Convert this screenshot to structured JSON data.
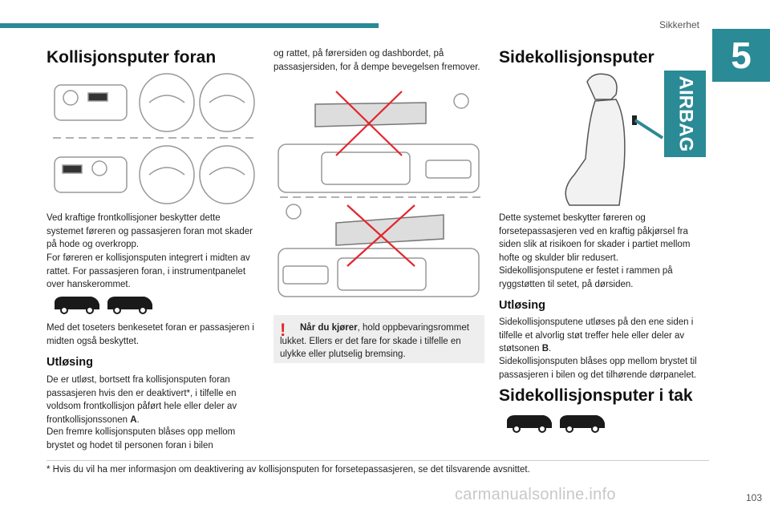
{
  "header": {
    "section": "Sikkerhet",
    "chapter": "5"
  },
  "col1": {
    "title": "Kollisjonsputer foran",
    "p1": "Ved kraftige frontkollisjoner beskytter dette systemet føreren og passasjeren foran mot skader på hode og overkropp.",
    "p2": "For føreren er kollisjonsputen integrert i midten av rattet. For passasjeren foran, i instrumentpanelet over hanskerommet.",
    "p3": "Med det toseters benkesetet foran er passasjeren i midten også beskyttet.",
    "subtitle": "Utløsing",
    "p4a": "De er utløst, bortsett fra kollisjonsputen foran passasjeren hvis den er deaktivert*, i tilfelle en voldsom frontkollisjon påført hele eller deler av frontkollisjonssonen ",
    "p4b": "A",
    "p4c": ".",
    "p5": "Den fremre kollisjonsputen blåses opp mellom brystet og hodet til personen foran i bilen"
  },
  "col2": {
    "p1": "og rattet, på førersiden og dashbordet, på passasjersiden, for å dempe bevegelsen fremover.",
    "warn_bold": "Når du kjører",
    "warn_text": ", hold oppbevaringsrommet lukket. Ellers er det fare for skade i tilfelle en ulykke eller plutselig bremsing."
  },
  "col3": {
    "title": "Sidekollisjonsputer",
    "airbag_label": "AIRBAG",
    "p1": "Dette systemet beskytter føreren og forsetepassasjeren ved en kraftig påkjørsel fra siden slik at risikoen for skader i partiet mellom hofte og skulder blir redusert.",
    "p2": "Sidekollisjonsputene er festet i rammen på ryggstøtten til setet, på dørsiden.",
    "subtitle": "Utløsing",
    "p3": "Sidekollisjonsputene utløses på den ene siden i tilfelle et alvorlig støt treffer hele eller deler av støtsonen ",
    "p3b": "B",
    "p3c": ".",
    "p4": "Sidekollisjonsputen blåses opp mellom brystet til passasjeren i bilen og det tilhørende dørpanelet.",
    "title2": "Sidekollisjonsputer i tak"
  },
  "footnote": "* Hvis du vil ha mer informasjon om deaktivering av kollisjonsputen for forsetepassasjeren, se det tilsvarende avsnittet.",
  "page_number": "103",
  "watermark": "carmanualsonline.info",
  "colors": {
    "accent": "#2a8a95",
    "warning": "#e3262e"
  }
}
